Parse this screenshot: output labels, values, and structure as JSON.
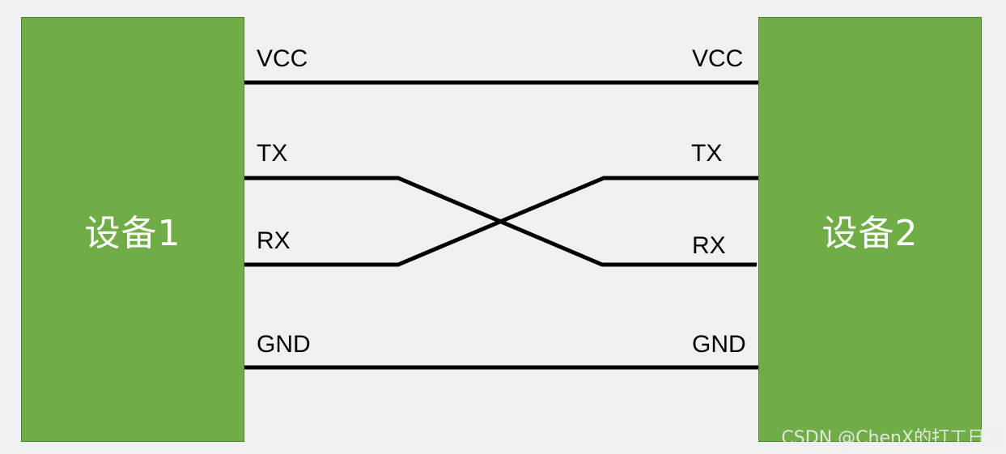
{
  "device_left": {
    "label": "设备1"
  },
  "device_right": {
    "label": "设备2"
  },
  "pins_left": {
    "vcc": "VCC",
    "tx": "TX",
    "rx": "RX",
    "gnd": "GND"
  },
  "pins_right": {
    "vcc": "VCC",
    "tx": "TX",
    "rx": "RX",
    "gnd": "GND"
  },
  "watermark": "CSDN @ChenX的打工日记",
  "colors": {
    "device_fill": "#70ad47",
    "device_border": "#507e32",
    "wire": "#000000",
    "background": "#f0f0f0"
  }
}
